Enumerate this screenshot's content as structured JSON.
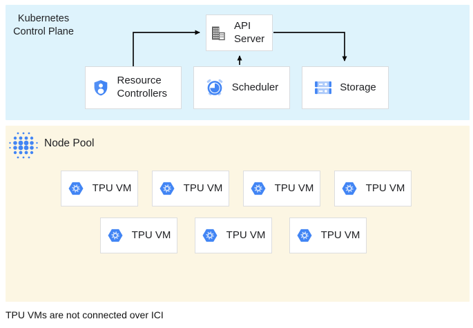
{
  "control_plane": {
    "label": "Kubernetes Control Plane",
    "nodes": {
      "api_server": {
        "label": "API Server",
        "icon": "building-icon"
      },
      "resource_controllers": {
        "label": "Resource Controllers",
        "icon": "shield-user-icon"
      },
      "scheduler": {
        "label": "Scheduler",
        "icon": "alarm-clock-icon"
      },
      "storage": {
        "label": "Storage",
        "icon": "storage-disks-icon"
      }
    },
    "arrows": [
      "resource-controllers-to-api-server",
      "scheduler-to-api-server",
      "api-server-to-storage"
    ]
  },
  "node_pool": {
    "label": "Node Pool",
    "icon": "halftone-dots-icon",
    "vm_icon": "hexagon-gear-icon",
    "vms": [
      "TPU VM",
      "TPU VM",
      "TPU VM",
      "TPU VM",
      "TPU VM",
      "TPU VM",
      "TPU VM"
    ]
  },
  "caption": "TPU VMs are not connected over ICI",
  "colors": {
    "control_plane_bg": "#DEF3FC",
    "node_pool_bg": "#FCF6E3",
    "node_border": "#D9DBDE",
    "icon_blue": "#4285F4",
    "icon_light_blue": "#AECBFA",
    "icon_gray": "#616161",
    "arrow": "#0A0A0A",
    "text": "#202124"
  }
}
